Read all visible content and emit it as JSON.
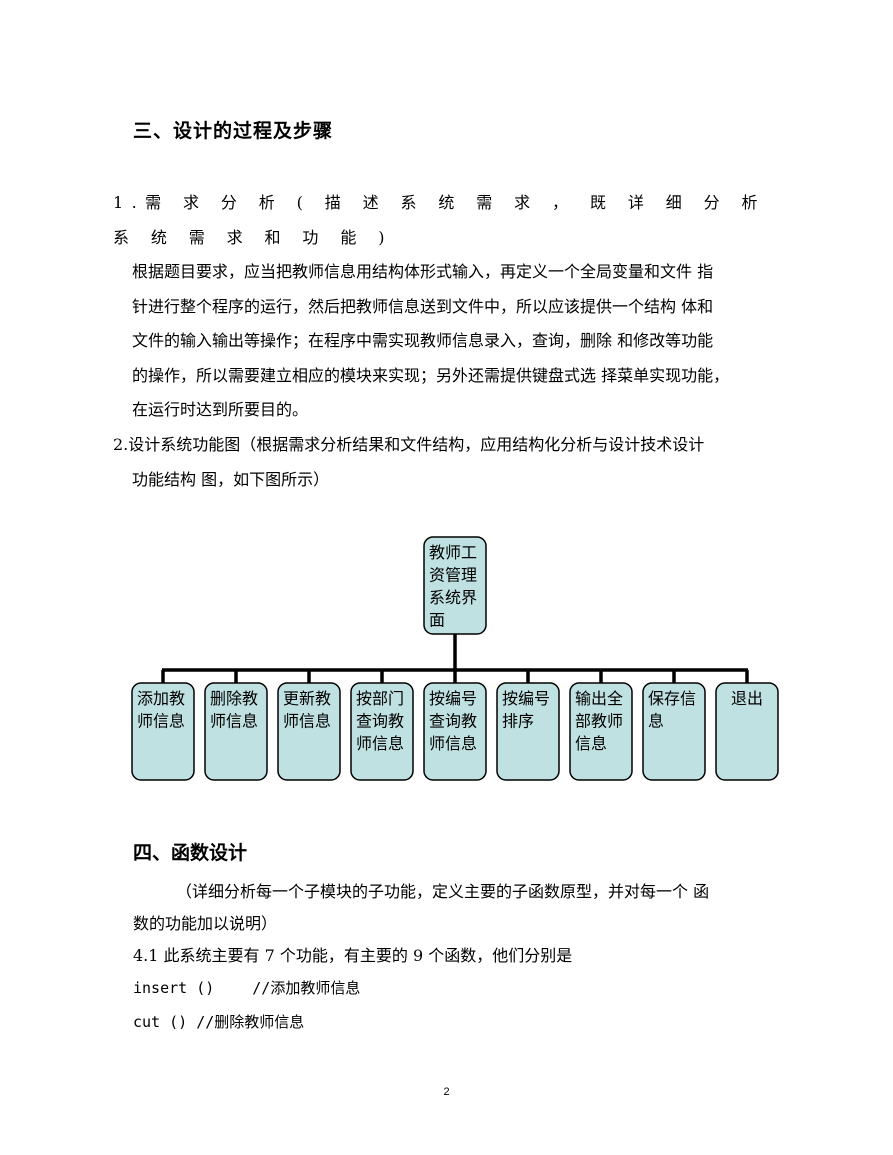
{
  "section3": {
    "title": "三、设计的过程及步骤",
    "item1": {
      "heading": "1.需 求 分 析 ( 描 述 系 统 需 求 ， 既 详 细 分 析 系 统 需 求 和 功 能 )",
      "lines": [
        "根据题目要求，应当把教师信息用结构体形式输入，再定义一个全局变量和文件 指",
        "针进行整个程序的运行，然后把教师信息送到文件中，所以应该提供一个结构 体和",
        "文件的输入输出等操作；在程序中需实现教师信息录入，查询，删除 和修改等功能",
        "的操作，所以需要建立相应的模块来实现；另外还需提供键盘式选 择菜单实现功能，",
        "在运行时达到所要目的。"
      ]
    },
    "item2": {
      "heading": "2.设计系统功能图（根据需求分析结果和文件结构，应用结构化分析与设计技术设计",
      "lines": [
        "功能结构 图，如下图所示）"
      ]
    }
  },
  "diagram": {
    "root": [
      "教师工",
      "资管理",
      "系统界",
      "面"
    ],
    "children": [
      [
        "添加教",
        "师信息"
      ],
      [
        "删除教",
        "师信息"
      ],
      [
        "更新教",
        "师信息"
      ],
      [
        "按部门",
        "查询教",
        "师信息"
      ],
      [
        "按编号",
        "查询教",
        "师信息"
      ],
      [
        "按编号",
        "排序"
      ],
      [
        "输出全",
        "部教师",
        "信息"
      ],
      [
        "保存信",
        "息"
      ],
      [
        "退出"
      ]
    ],
    "box_fill": "#c0e1e1",
    "box_stroke": "#000000"
  },
  "section4": {
    "title": "四、函数设计",
    "intro": [
      "（详细分析每一个子模块的子功能，定义主要的子函数原型，并对每一个 函",
      "数的功能加以说明）"
    ],
    "line41": "4.1 此系统主要有 7 个功能，有主要的 9 个函数，他们分别是",
    "code": [
      {
        "code": "insert ()",
        "comment": "//添加教师信息"
      },
      {
        "code": "cut () ",
        "comment": "//删除教师信息"
      }
    ]
  },
  "page_number": "2"
}
